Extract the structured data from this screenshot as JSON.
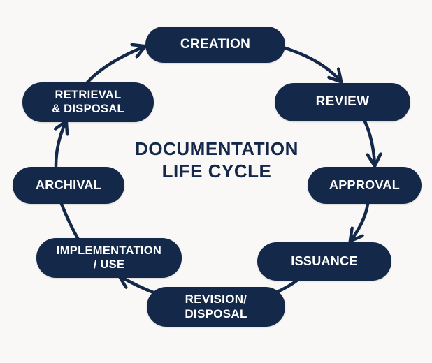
{
  "diagram": {
    "title": "DOCUMENTATION\nLIFE CYCLE",
    "colors": {
      "node_fill": "#14284a",
      "node_text": "#ffffff",
      "arrow": "#14284a",
      "title": "#14284a",
      "background": "#faf8f6"
    },
    "stages": [
      {
        "id": "creation",
        "label": "CREATION"
      },
      {
        "id": "review",
        "label": "REVIEW"
      },
      {
        "id": "approval",
        "label": "APPROVAL"
      },
      {
        "id": "issuance",
        "label": "ISSUANCE"
      },
      {
        "id": "revision",
        "label": "REVISION/\n DISPOSAL"
      },
      {
        "id": "implementation",
        "label": "IMPLEMENTATION\n/ USE"
      },
      {
        "id": "archival",
        "label": "ARCHIVAL"
      },
      {
        "id": "retrieval",
        "label": "RETRIEVAL\n& DISPOSAL"
      }
    ],
    "flow": [
      {
        "from": "creation",
        "to": "review",
        "arrowhead": true
      },
      {
        "from": "review",
        "to": "approval",
        "arrowhead": true
      },
      {
        "from": "approval",
        "to": "issuance",
        "arrowhead": true
      },
      {
        "from": "issuance",
        "to": "revision",
        "arrowhead": false
      },
      {
        "from": "revision",
        "to": "implementation",
        "arrowhead": true
      },
      {
        "from": "implementation",
        "to": "archival",
        "arrowhead": false
      },
      {
        "from": "archival",
        "to": "retrieval",
        "arrowhead": true
      },
      {
        "from": "retrieval",
        "to": "creation",
        "arrowhead": true
      }
    ]
  }
}
